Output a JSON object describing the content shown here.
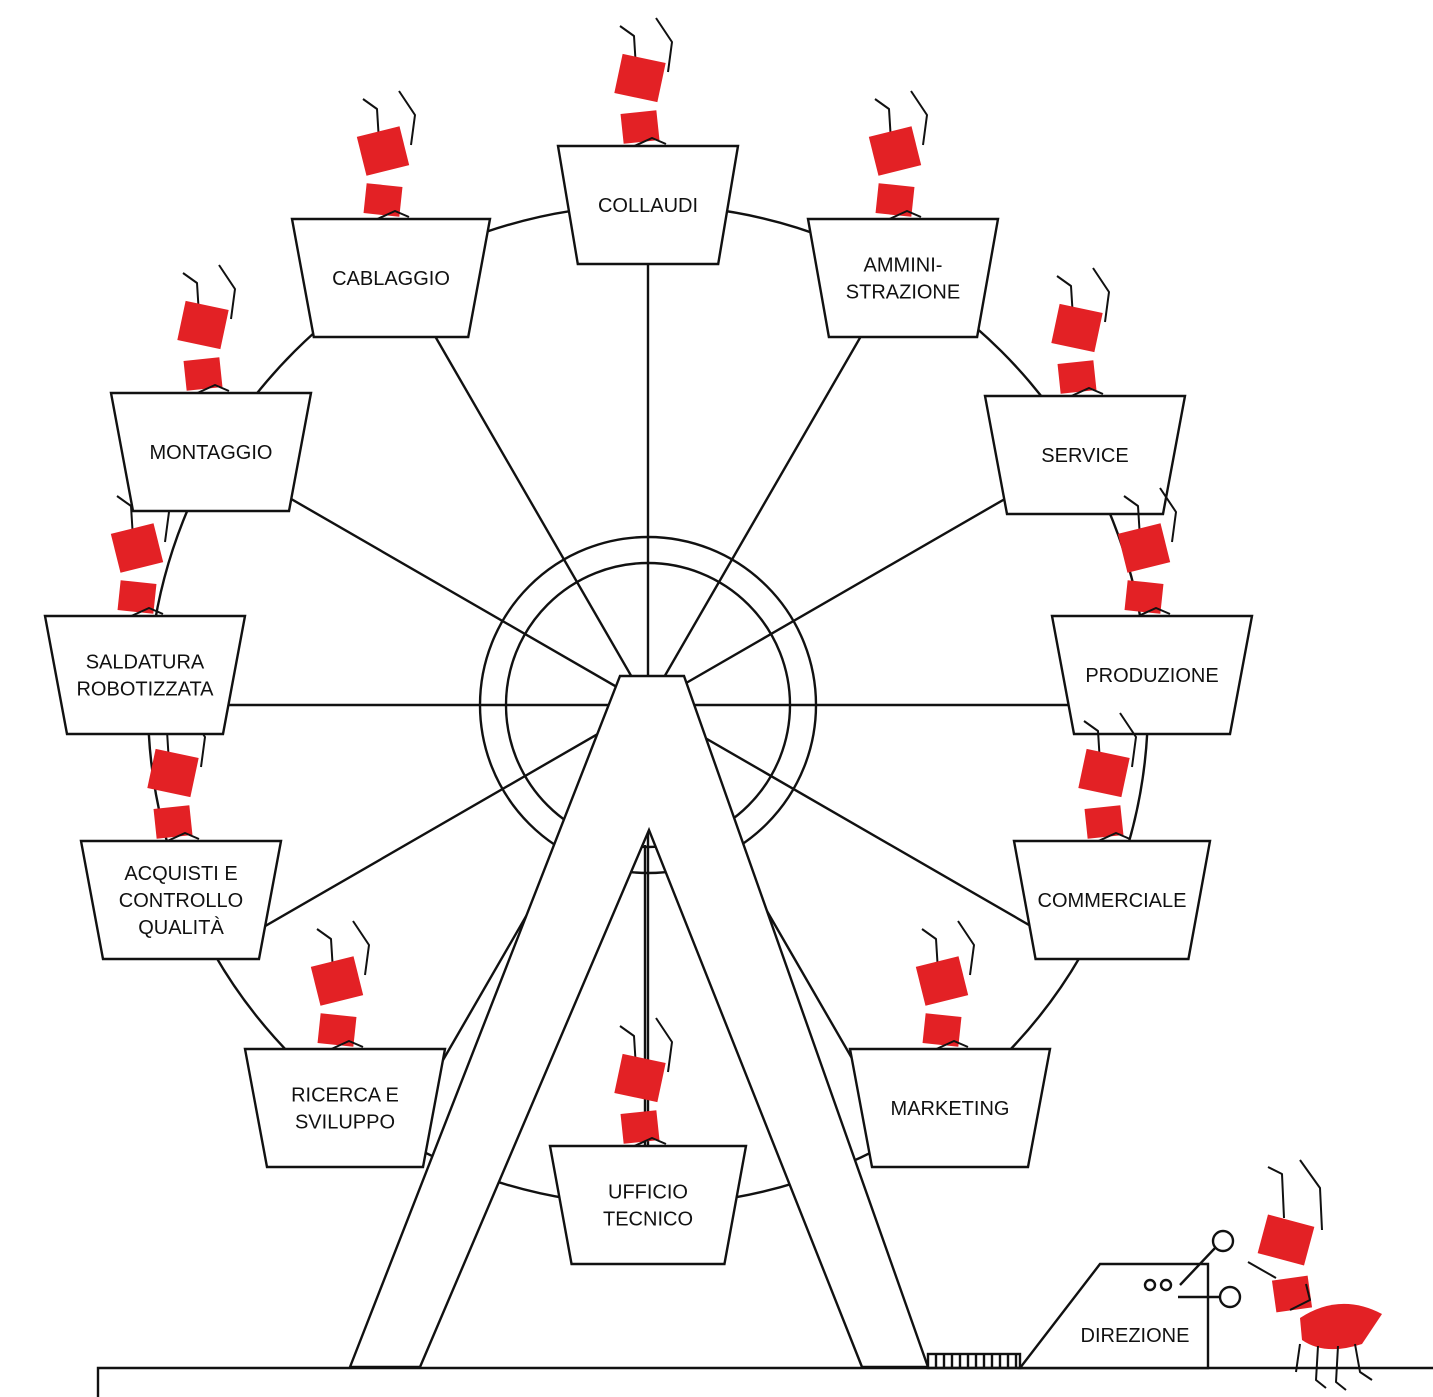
{
  "colors": {
    "ant": "#e32125",
    "line": "#111111",
    "background": "#ffffff"
  },
  "gondolas": [
    {
      "id": "collaudi",
      "lines": [
        "COLLAUDI"
      ]
    },
    {
      "id": "amministrazione",
      "lines": [
        "AMMINI-",
        "STRAZIONE"
      ]
    },
    {
      "id": "service",
      "lines": [
        "SERVICE"
      ]
    },
    {
      "id": "produzione",
      "lines": [
        "PRODUZIONE"
      ]
    },
    {
      "id": "commerciale",
      "lines": [
        "COMMERCIALE"
      ]
    },
    {
      "id": "marketing",
      "lines": [
        "MARKETING"
      ]
    },
    {
      "id": "ufficio-tecnico",
      "lines": [
        "UFFICIO",
        "TECNICO"
      ]
    },
    {
      "id": "ricerca-e-sviluppo",
      "lines": [
        "RICERCA E",
        "SVILUPPO"
      ]
    },
    {
      "id": "acquisti-e-controllo-qualita",
      "lines": [
        "ACQUISTI E",
        "CONTROLLO",
        "QUALITÀ"
      ]
    },
    {
      "id": "saldatura-robotizzata",
      "lines": [
        "SALDATURA",
        "ROBOTIZZATA"
      ]
    },
    {
      "id": "montaggio",
      "lines": [
        "MONTAGGIO"
      ]
    },
    {
      "id": "cablaggio",
      "lines": [
        "CABLAGGIO"
      ]
    }
  ],
  "control_booth": {
    "label": "DIREZIONE"
  }
}
